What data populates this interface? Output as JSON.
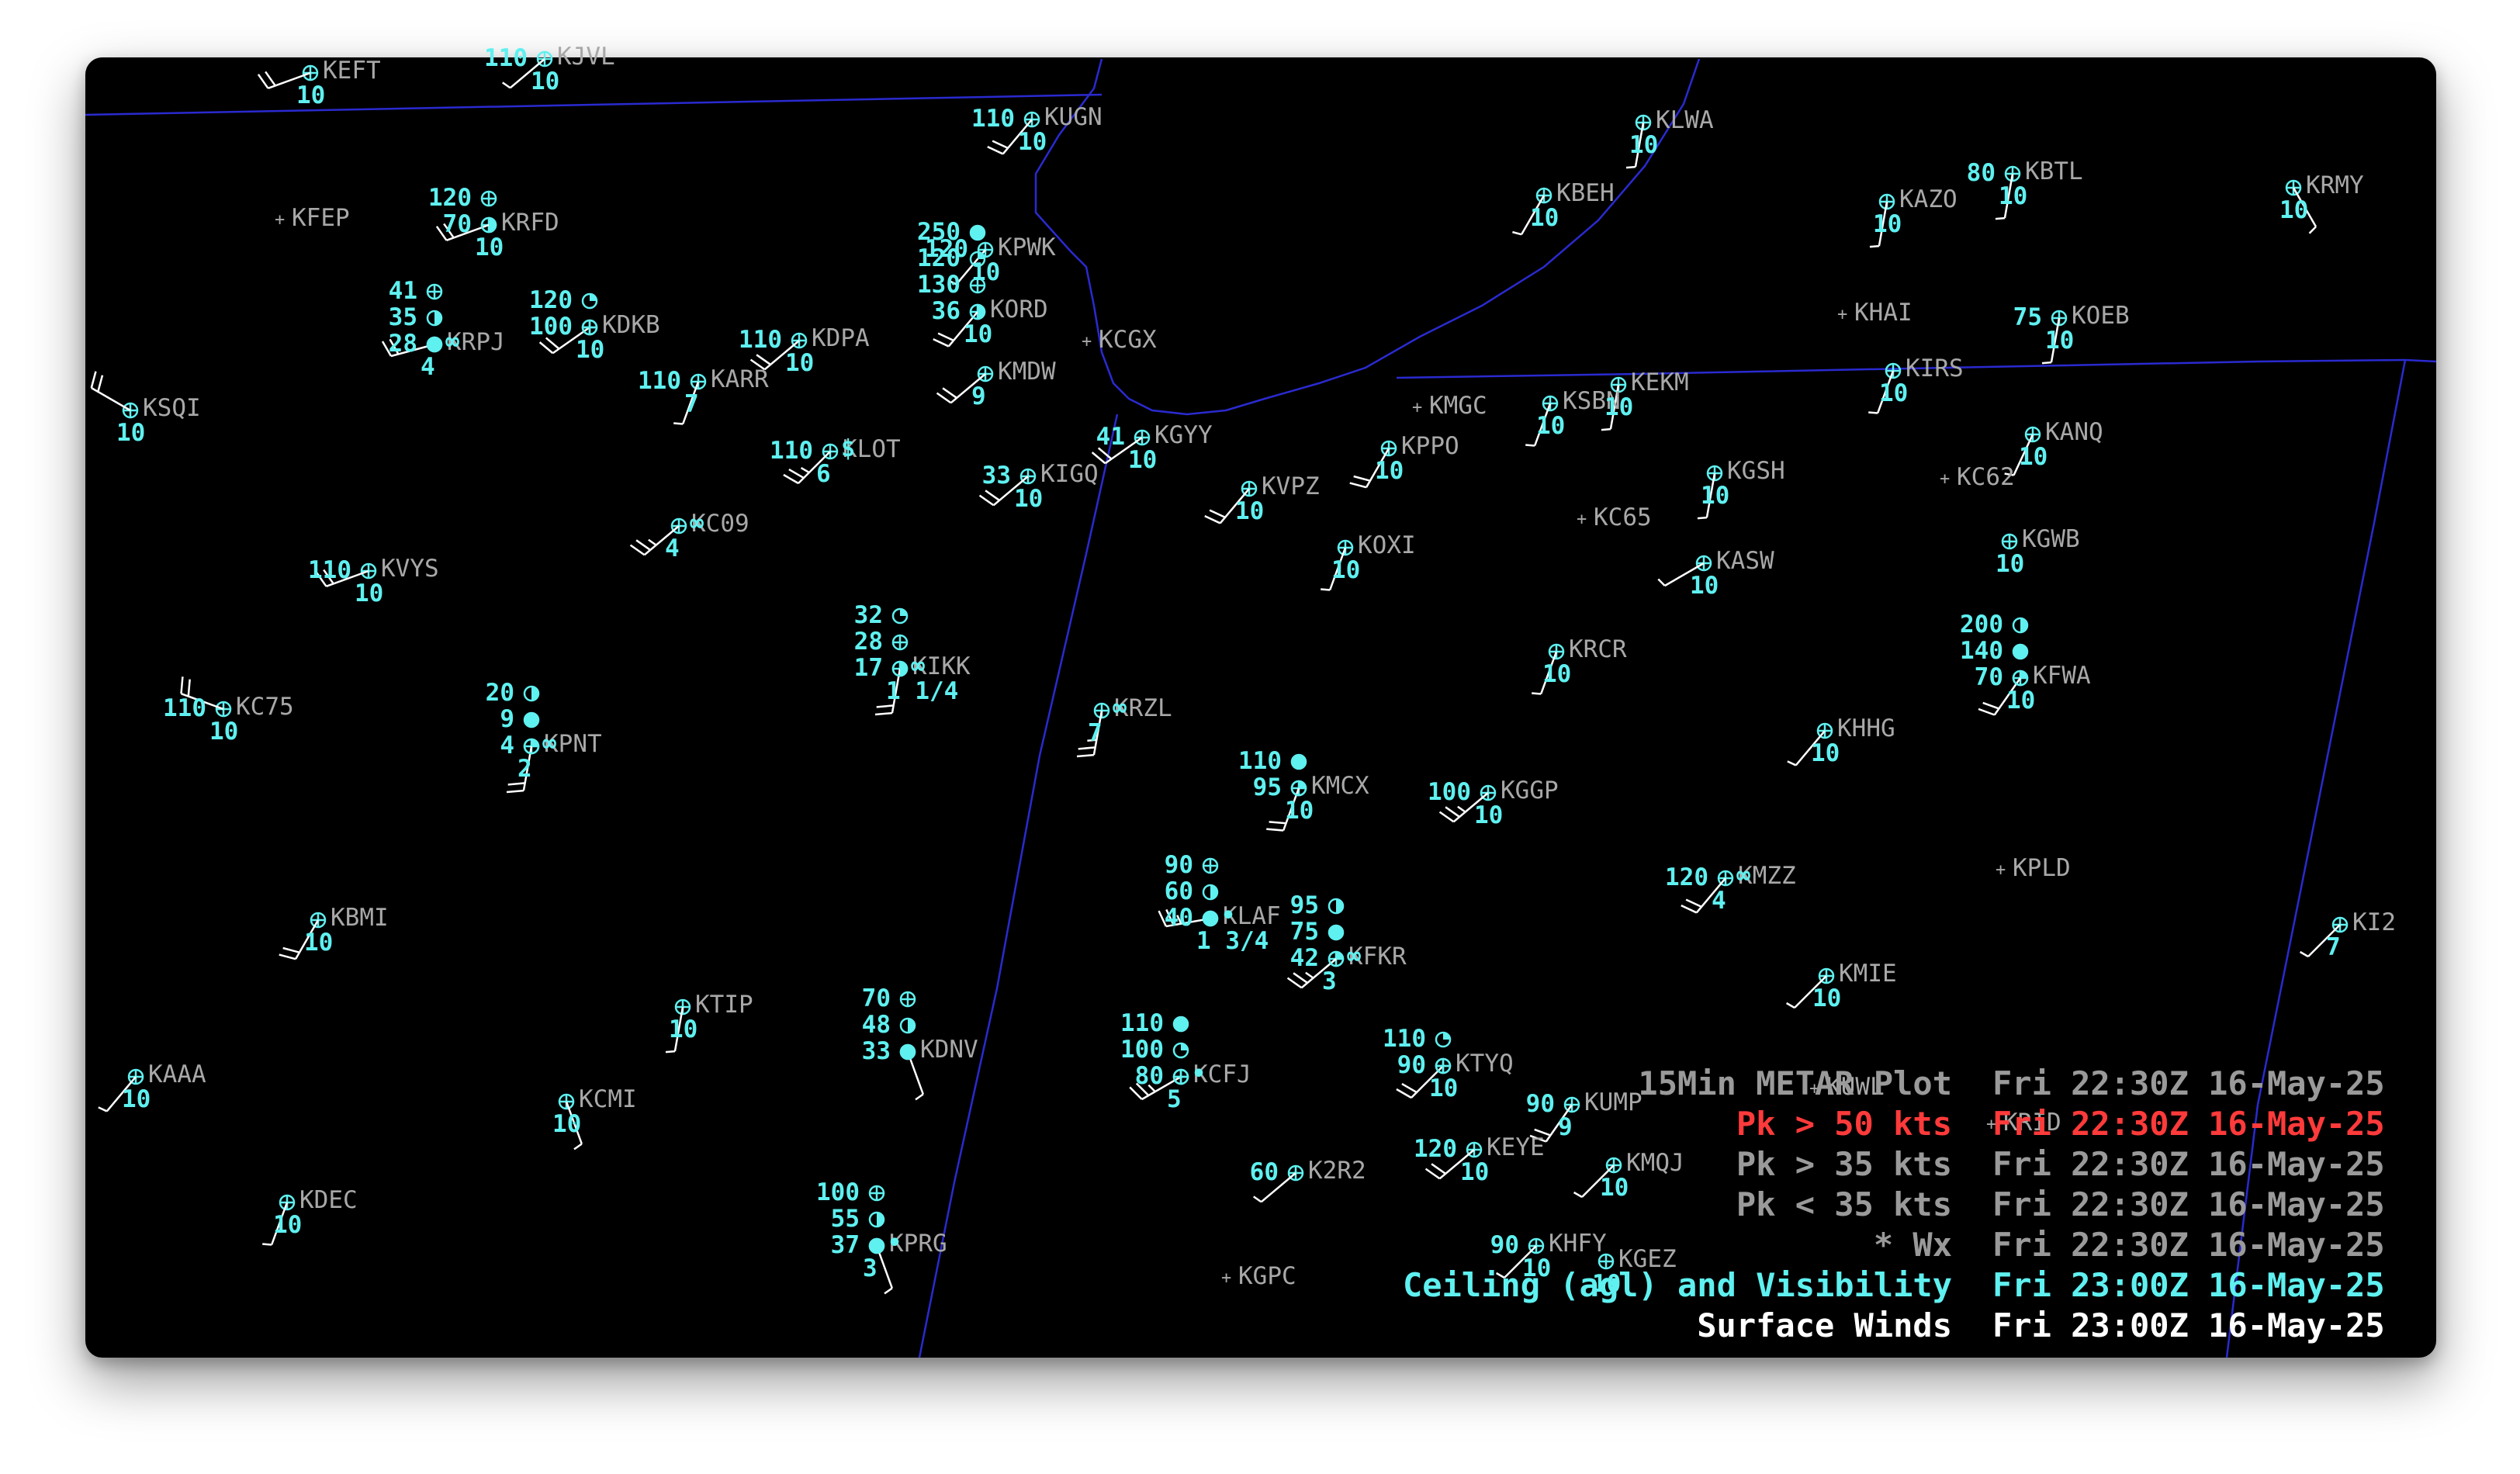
{
  "colors": {
    "background": "#000000",
    "boundary": "#2a2ad0",
    "station_name": "#a8a8a8",
    "sky_symbol": "#5ff0f0",
    "visibility": "#5ff0f0",
    "wind_barb": "#ffffff",
    "legend_gray": "#9a9a9a",
    "legend_red": "#ff3a3a",
    "legend_cyan": "#5ff0f0",
    "legend_white": "#ffffff"
  },
  "stations": [
    {
      "id": "KEFT",
      "vis": "10",
      "cig": [],
      "wx": ""
    },
    {
      "id": "KJVL",
      "vis": "10",
      "cig": [
        "110"
      ],
      "wx": ""
    },
    {
      "id": "KUGN",
      "vis": "10",
      "cig": [
        "110"
      ],
      "wx": ""
    },
    {
      "id": "KFEP",
      "vis": "",
      "cig": [],
      "wx": ""
    },
    {
      "id": "KRFD",
      "vis": "10",
      "cig": [
        "120",
        "70"
      ],
      "wx": ""
    },
    {
      "id": "KPWK",
      "vis": "10",
      "cig": [
        "120"
      ],
      "wx": ""
    },
    {
      "id": "KORD",
      "vis": "10",
      "cig": [
        "250",
        "120",
        "130",
        "36"
      ],
      "wx": ""
    },
    {
      "id": "KDKB",
      "vis": "10",
      "cig": [
        "120",
        "100"
      ],
      "wx": ""
    },
    {
      "id": "KRPJ",
      "vis": "4",
      "cig": [
        "41",
        "35",
        "28"
      ],
      "wx": "∞"
    },
    {
      "id": "KDPA",
      "vis": "10",
      "cig": [
        "110"
      ],
      "wx": ""
    },
    {
      "id": "KCGX",
      "vis": "",
      "cig": [],
      "wx": ""
    },
    {
      "id": "KMDW",
      "vis": "9",
      "cig": [],
      "wx": ""
    },
    {
      "id": "KARR",
      "vis": "7",
      "cig": [
        "110"
      ],
      "wx": ""
    },
    {
      "id": "KSQI",
      "vis": "10",
      "cig": [],
      "wx": ""
    },
    {
      "id": "KLOT",
      "vis": "6",
      "cig": [
        "110"
      ],
      "wx": "$"
    },
    {
      "id": "KGYY",
      "vis": "10",
      "cig": [
        "41"
      ],
      "wx": ""
    },
    {
      "id": "KIGQ",
      "vis": "10",
      "cig": [
        "33"
      ],
      "wx": ""
    },
    {
      "id": "KC09",
      "vis": "4",
      "cig": [],
      "wx": "∞"
    },
    {
      "id": "KVYS",
      "vis": "10",
      "cig": [
        "110"
      ],
      "wx": ""
    },
    {
      "id": "KIKK",
      "vis": "1 1/4",
      "cig": [
        "32",
        "28",
        "17"
      ],
      "wx": "∞"
    },
    {
      "id": "KC75",
      "vis": "10",
      "cig": [
        "110"
      ],
      "wx": ""
    },
    {
      "id": "KPNT",
      "vis": "2",
      "cig": [
        "20",
        "9",
        "4"
      ],
      "wx": "∞"
    },
    {
      "id": "KBMI",
      "vis": "10",
      "cig": [],
      "wx": ""
    },
    {
      "id": "KTIP",
      "vis": "10",
      "cig": [],
      "wx": ""
    },
    {
      "id": "KDNV",
      "vis": "",
      "cig": [
        "70",
        "48",
        "33"
      ],
      "wx": ""
    },
    {
      "id": "KAAA",
      "vis": "10",
      "cig": [],
      "wx": ""
    },
    {
      "id": "KCMI",
      "vis": "10",
      "cig": [],
      "wx": ""
    },
    {
      "id": "KDEC",
      "vis": "10",
      "cig": [],
      "wx": ""
    },
    {
      "id": "KPRG",
      "vis": "3",
      "cig": [
        "100",
        "55",
        "37"
      ],
      "wx": "•"
    },
    {
      "id": "KGPC",
      "vis": "",
      "cig": [],
      "wx": ""
    },
    {
      "id": "KLWA",
      "vis": "10",
      "cig": [],
      "wx": ""
    },
    {
      "id": "KBEH",
      "vis": "10",
      "cig": [],
      "wx": ""
    },
    {
      "id": "KMGC",
      "vis": "",
      "cig": [],
      "wx": ""
    },
    {
      "id": "KPPO",
      "vis": "10",
      "cig": [],
      "wx": ""
    },
    {
      "id": "KVPZ",
      "vis": "10",
      "cig": [],
      "wx": ""
    },
    {
      "id": "KOXI",
      "vis": "10",
      "cig": [],
      "wx": ""
    },
    {
      "id": "KC65",
      "vis": "",
      "cig": [],
      "wx": ""
    },
    {
      "id": "KRZL",
      "vis": "7",
      "cig": [],
      "wx": "∞"
    },
    {
      "id": "KMCX",
      "vis": "10",
      "cig": [
        "110",
        "95"
      ],
      "wx": ""
    },
    {
      "id": "KGGP",
      "vis": "10",
      "cig": [
        "100"
      ],
      "wx": ""
    },
    {
      "id": "KLAF",
      "vis": "1 3/4",
      "cig": [
        "90",
        "60",
        "40"
      ],
      "wx": "•"
    },
    {
      "id": "KFKR",
      "vis": "3",
      "cig": [
        "95",
        "75",
        "42"
      ],
      "wx": "∞"
    },
    {
      "id": "KCFJ",
      "vis": "5",
      "cig": [
        "110",
        "100",
        "80"
      ],
      "wx": "•"
    },
    {
      "id": "KTYQ",
      "vis": "10",
      "cig": [
        "110",
        "90"
      ],
      "wx": ""
    },
    {
      "id": "KUMP",
      "vis": "9",
      "cig": [
        "90"
      ],
      "wx": ""
    },
    {
      "id": "KSBN",
      "vis": "10",
      "cig": [],
      "wx": ""
    },
    {
      "id": "KEKM",
      "vis": "10",
      "cig": [],
      "wx": ""
    },
    {
      "id": "KGSH",
      "vis": "10",
      "cig": [],
      "wx": ""
    },
    {
      "id": "KASW",
      "vis": "10",
      "cig": [],
      "wx": ""
    },
    {
      "id": "KRCR",
      "vis": "10",
      "cig": [],
      "wx": ""
    },
    {
      "id": "KMZZ",
      "vis": "4",
      "cig": [
        "120"
      ],
      "wx": "∞"
    },
    {
      "id": "KMIE",
      "vis": "10",
      "cig": [],
      "wx": ""
    },
    {
      "id": "KAZO",
      "vis": "10",
      "cig": [],
      "wx": ""
    },
    {
      "id": "KBTL",
      "vis": "10",
      "cig": [
        "80"
      ],
      "wx": ""
    },
    {
      "id": "KRMY",
      "vis": "10",
      "cig": [],
      "wx": ""
    },
    {
      "id": "KHAI",
      "vis": "",
      "cig": [],
      "wx": ""
    },
    {
      "id": "KOEB",
      "vis": "10",
      "cig": [
        "75"
      ],
      "wx": ""
    },
    {
      "id": "KIRS",
      "vis": "10",
      "cig": [],
      "wx": ""
    },
    {
      "id": "KANQ",
      "vis": "10",
      "cig": [],
      "wx": ""
    },
    {
      "id": "KC62",
      "vis": "",
      "cig": [],
      "wx": ""
    },
    {
      "id": "KGWB",
      "vis": "10",
      "cig": [],
      "wx": ""
    },
    {
      "id": "KFWA",
      "vis": "10",
      "cig": [
        "200",
        "140",
        "70"
      ],
      "wx": ""
    },
    {
      "id": "KHHG",
      "vis": "10",
      "cig": [],
      "wx": ""
    },
    {
      "id": "KPLD",
      "vis": "",
      "cig": [],
      "wx": ""
    },
    {
      "id": "KMQJ",
      "vis": "10",
      "cig": [],
      "wx": ""
    },
    {
      "id": "KUWL",
      "vis": "",
      "cig": [],
      "wx": ""
    },
    {
      "id": "KRID",
      "vis": "",
      "cig": [],
      "wx": ""
    },
    {
      "id": "KI2",
      "vis": "7",
      "cig": [],
      "wx": ""
    },
    {
      "id": "KHFY",
      "vis": "10",
      "cig": [
        "90"
      ],
      "wx": ""
    },
    {
      "id": "KGEZ",
      "vis": "10",
      "cig": [],
      "wx": ""
    },
    {
      "id": "KEYE",
      "vis": "10",
      "cig": [
        "120"
      ],
      "wx": ""
    },
    {
      "id": "K2R2",
      "vis": "",
      "cig": [
        "60"
      ],
      "wx": ""
    }
  ],
  "legend": [
    {
      "text": "15Min METAR Plot",
      "time": "Fri 22:30Z 16-May-25",
      "color": "#9a9a9a"
    },
    {
      "text": "Pk > 50 kts",
      "time": "Fri 22:30Z 16-May-25",
      "color": "#ff3a3a"
    },
    {
      "text": "Pk > 35 kts",
      "time": "Fri 22:30Z 16-May-25",
      "color": "#9a9a9a"
    },
    {
      "text": "Pk < 35 kts",
      "time": "Fri 22:30Z 16-May-25",
      "color": "#9a9a9a"
    },
    {
      "text": "* Wx",
      "time": "Fri 22:30Z 16-May-25",
      "color": "#9a9a9a"
    },
    {
      "text": "Ceiling (agl) and Visibility",
      "time": "Fri 23:00Z 16-May-25",
      "color": "#5ff0f0"
    },
    {
      "text": "Surface Winds",
      "time": "Fri 23:00Z 16-May-25",
      "color": "#ffffff"
    }
  ]
}
